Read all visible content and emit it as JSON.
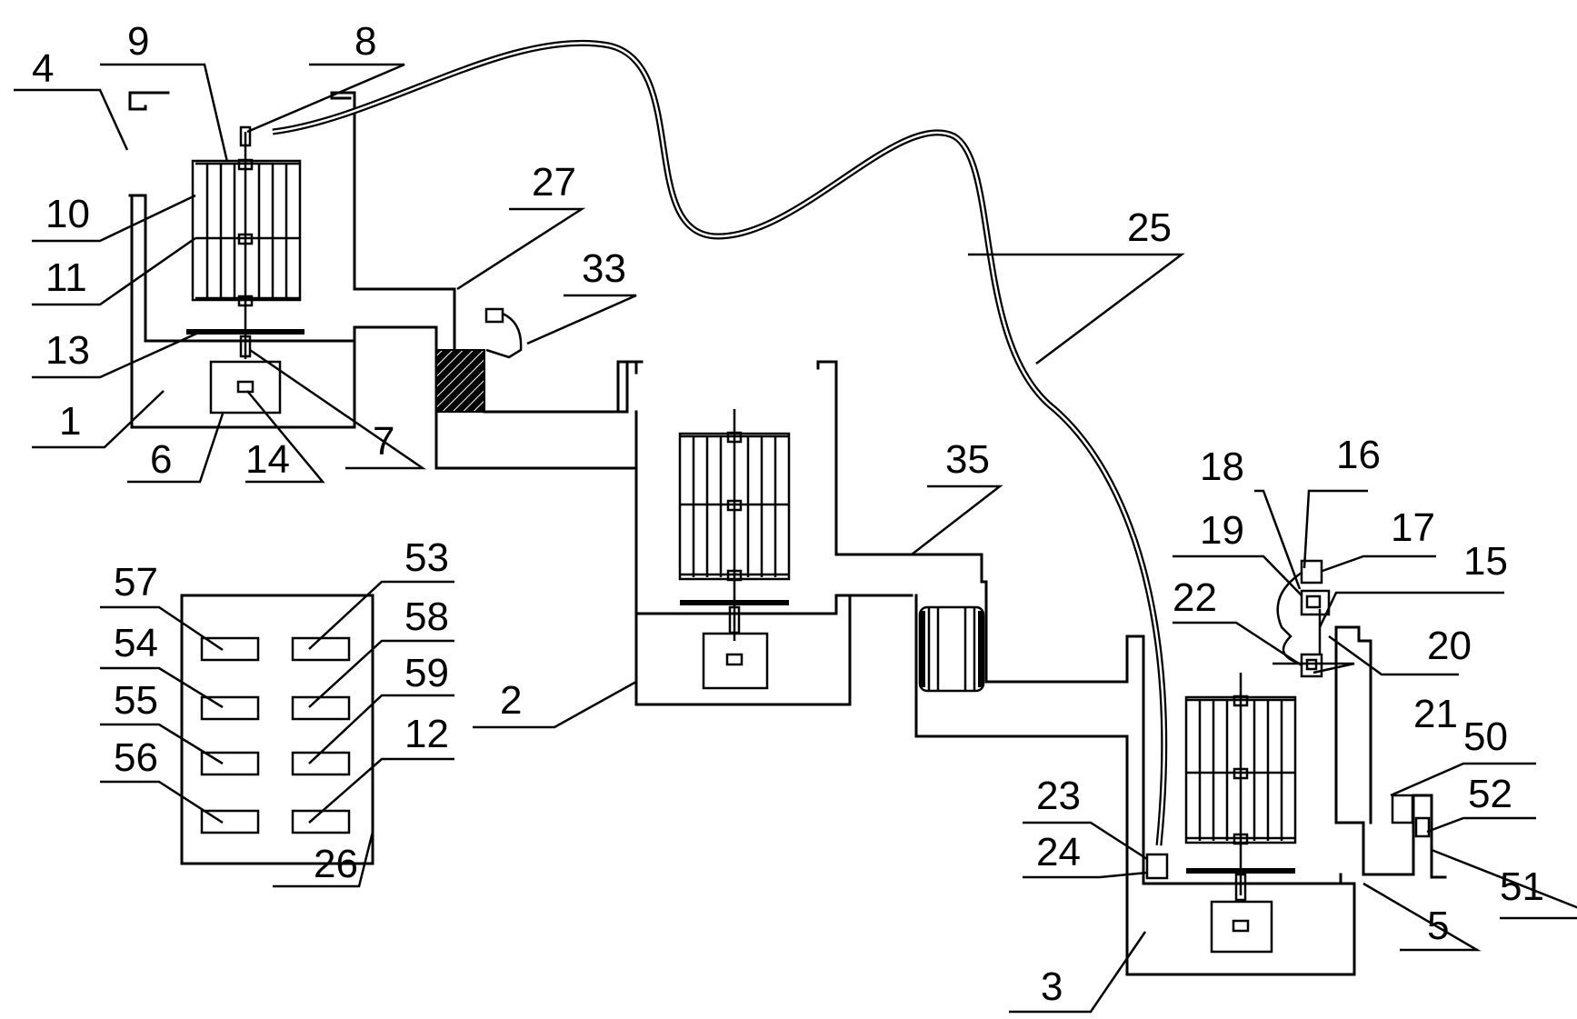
{
  "diagram": {
    "labels": {
      "l1": "1",
      "l2": "2",
      "l3": "3",
      "l4": "4",
      "l5": "5",
      "l6": "6",
      "l7": "7",
      "l8": "8",
      "l9": "9",
      "l10": "10",
      "l11": "11",
      "l12": "12",
      "l13": "13",
      "l14": "14",
      "l15": "15",
      "l16": "16",
      "l17": "17",
      "l18": "18",
      "l19": "19",
      "l20": "20",
      "l21": "21",
      "l22": "22",
      "l23": "23",
      "l24": "24",
      "l25": "25",
      "l26": "26",
      "l27": "27",
      "l33": "33",
      "l35": "35",
      "l50": "50",
      "l51": "51",
      "l52": "52",
      "l53": "53",
      "l54": "54",
      "l55": "55",
      "l56": "56",
      "l57": "57",
      "l58": "58",
      "l59": "59"
    }
  }
}
